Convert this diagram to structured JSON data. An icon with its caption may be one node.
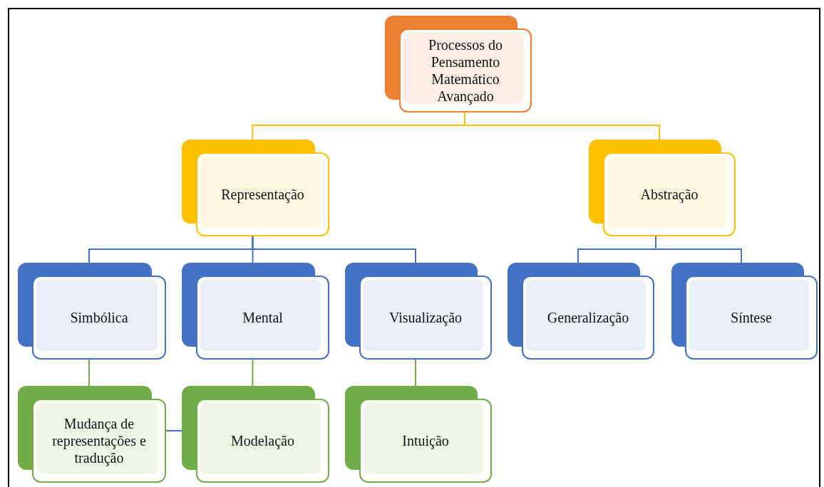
{
  "diagram": {
    "nodes": [
      {
        "text": [
          "Processos do Pensamento Matemático Avançado"
        ]
      },
      {
        "text": [
          "Representação"
        ]
      },
      {
        "text": [
          "Abstração"
        ]
      },
      {
        "text": [
          "Simbólica"
        ]
      },
      {
        "text": [
          "Mental"
        ]
      },
      {
        "text": [
          "Visualização"
        ]
      },
      {
        "text": [
          "Generalização"
        ]
      },
      {
        "text": [
          "Síntese"
        ]
      },
      {
        "text": [
          "Mudança de representações e tradução"
        ]
      },
      {
        "text": [
          "Modelação"
        ]
      },
      {
        "text": [
          "Intuição"
        ]
      }
    ],
    "edges": [
      {
        "from": 0,
        "to": 1,
        "arrow": "none",
        "color": "#ffc000"
      },
      {
        "from": 0,
        "to": 2,
        "arrow": "none",
        "color": "#ffc000"
      },
      {
        "from": 1,
        "to": 3,
        "arrow": "none"
      },
      {
        "from": 1,
        "to": 4,
        "arrow": "none"
      },
      {
        "from": 1,
        "to": 5,
        "arrow": "none"
      },
      {
        "from": 2,
        "to": 6,
        "arrow": "none"
      },
      {
        "from": 2,
        "to": 7,
        "arrow": "none"
      },
      {
        "from": 3,
        "to": 8,
        "arrow": "none",
        "color": "#70ad47"
      },
      {
        "from": 4,
        "to": 9,
        "arrow": "none",
        "color": "#70ad47"
      },
      {
        "from": 5,
        "to": 10,
        "arrow": "none",
        "color": "#70ad47"
      },
      {
        "from": 8,
        "to": 9,
        "arrow": "none"
      }
    ]
  }
}
